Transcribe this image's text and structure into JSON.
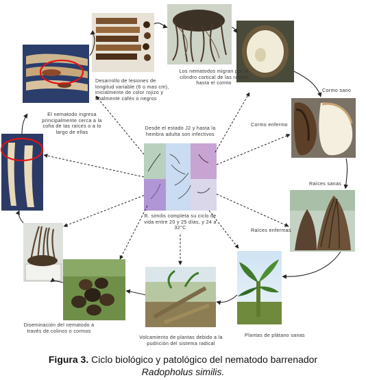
{
  "labels": {
    "lesiones": "Desarrollo de lesiones de longitud variable (6 o mas cm), inicialmente de color rojizo y finalmente cafés o negros",
    "migran": "Los nematodos migran por el cilindro cortical de las raíces hasta el cormo",
    "cormo_sano": "Cormo sano",
    "cormo_enfermo": "Cormo enfermo",
    "raices_sanas": "Raíces sanas",
    "raices_enfermas": "Raíces enfermas",
    "plantas_sanas": "Plantas de plátano sanas",
    "volcamiento": "Volcamiento de plantas debido a la pudrición del sistema radical",
    "diseminacion": "Diseminación del nematodo a través de colinos o cormos",
    "ingresa": "El nematodo ingresa principalmente cerca a la cofia de las raíces o a lo largo de ellas",
    "center_top": "Desde el estado J2 y hasta la hembra adulta son infectivos",
    "center_bottom": "R. similis completa su ciclo de vida entre 20 y 25 días, y 24 a 32°C"
  },
  "caption": {
    "prefix": "Figura 3.",
    "text": " Ciclo biológico y patológico del nematodo barrenador",
    "species": "Radopholus similis."
  }
}
